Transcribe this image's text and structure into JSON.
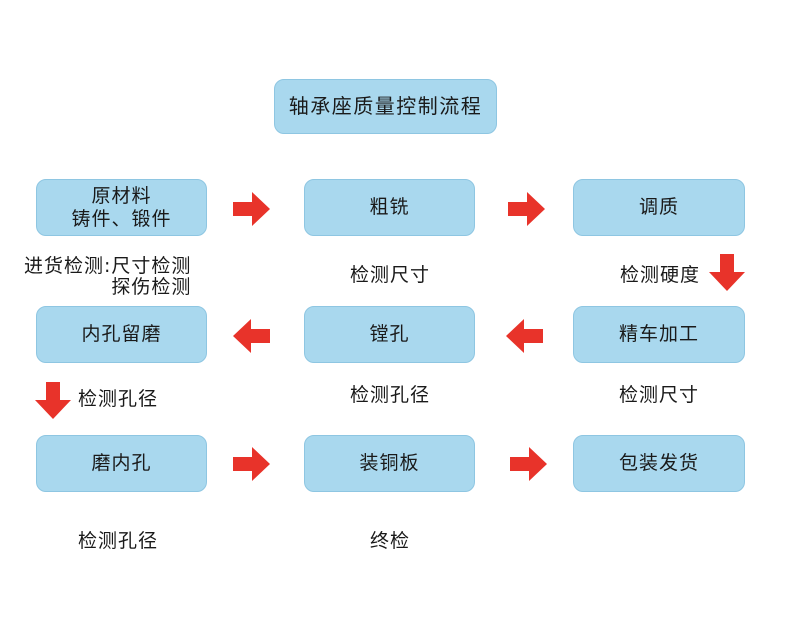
{
  "title": "轴承座质量控制流程",
  "steps": {
    "raw_material": [
      "原材料",
      "铸件、锻件"
    ],
    "rough_milling": "粗铣",
    "tempering": "调质",
    "finish_turning": "精车加工",
    "boring": "镗孔",
    "bore_allowance": "内孔留磨",
    "bore_grinding": "磨内孔",
    "copper_plate": "装铜板",
    "shipping": "包装发货"
  },
  "inspections": {
    "incoming_prefix": "进货检测:",
    "incoming_items": [
      "尺寸检测",
      "探伤检测"
    ],
    "after_rough_milling": "检测尺寸",
    "after_tempering": "检测硬度",
    "after_finish_turning": "检测尺寸",
    "after_boring": "检测孔径",
    "after_bore_allowance": "检测孔径",
    "after_grinding": "检测孔径",
    "final": "终检"
  },
  "colors": {
    "box_fill": "#a9d8ee",
    "box_border": "#8ec6e2",
    "arrow": "#e8332a",
    "text": "#1a1a1a"
  },
  "icons": {
    "arrow_right": "arrow-right-icon",
    "arrow_left": "arrow-left-icon",
    "arrow_down": "arrow-down-icon"
  }
}
